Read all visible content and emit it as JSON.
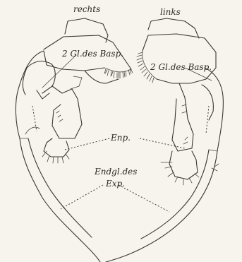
{
  "labels": {
    "right": "rechts",
    "left": "links",
    "basipodite_right": "2 Gl.des Basp.",
    "basipodite_left": "2 Gl.des Basp.",
    "endopodite": "Enp.",
    "exopodite_end_line1": "Endgl.des",
    "exopodite_end_line2": "Exp."
  }
}
